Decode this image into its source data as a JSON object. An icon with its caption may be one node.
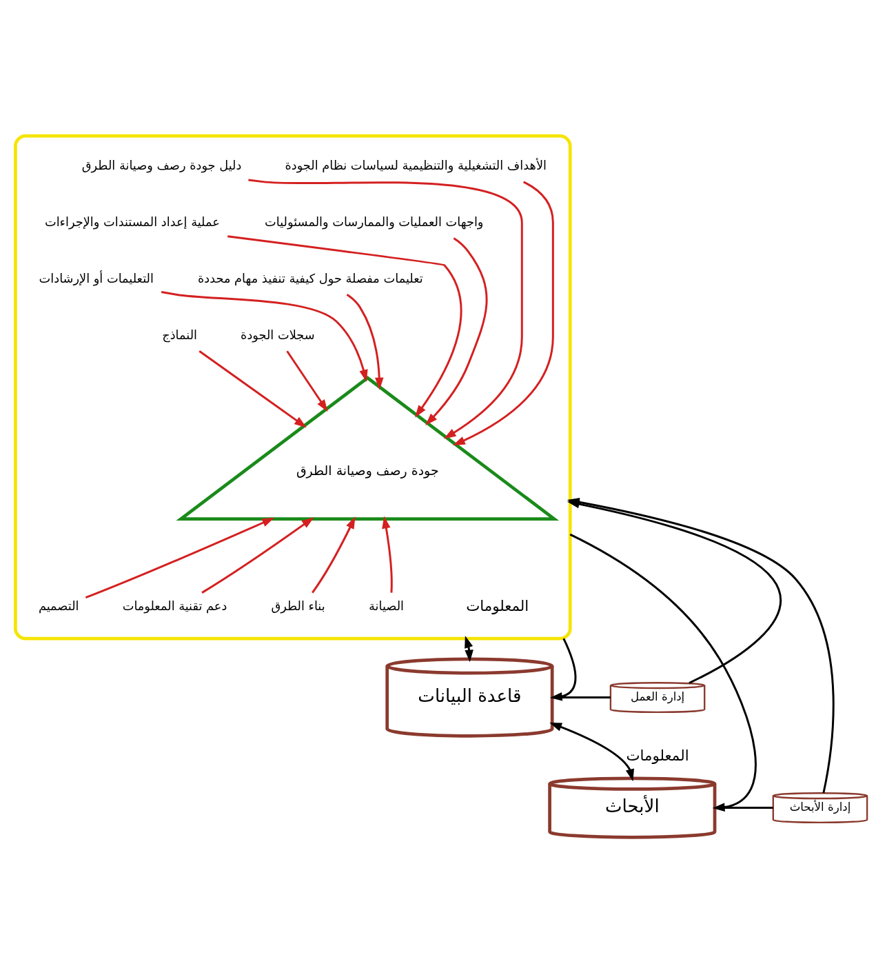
{
  "diagram": {
    "nodes": [
      {
        "text": [],
        "shape": "box"
      },
      {
        "text": [
          "جودة رصف وصيانة الطرق"
        ],
        "in": 0
      },
      {
        "text": [
          "الأهداف التشغيلية والتنظيمية لسياسات نظام الجودة"
        ],
        "in": 0
      },
      {
        "text": [
          "دليل جودة رصف وصيانة الطرق"
        ],
        "in": 0
      },
      {
        "text": [
          "واجهات العمليات والممارسات والمسئوليات"
        ],
        "in": 0
      },
      {
        "text": [
          "عملية إعداد المستندات والإجراءات"
        ],
        "in": 0
      },
      {
        "text": [
          "تعليمات مفصلة حول كيفية تنفيذ مهام محددة"
        ],
        "in": 0
      },
      {
        "text": [
          "التعليمات أو الإرشادات"
        ],
        "in": 0
      },
      {
        "text": [
          "سجلات الجودة"
        ],
        "in": 0
      },
      {
        "text": [
          "النماذج"
        ],
        "in": 0
      },
      {
        "text": [
          "التصميم"
        ],
        "in": 0
      },
      {
        "text": [
          "دعم تقنية المعلومات"
        ],
        "in": 0
      },
      {
        "text": [
          "بناء الطرق"
        ],
        "in": 0
      },
      {
        "text": [
          "الصيانة"
        ],
        "in": 0
      },
      {
        "text": [
          "قاعدة البيانات"
        ]
      },
      {
        "text": [
          "إدارة العمل"
        ]
      },
      {
        "text": [
          "الأبحاث"
        ]
      },
      {
        "text": [
          "إدارة الأبحاث"
        ]
      }
    ],
    "edges": [
      {
        "from": 2,
        "to": 1,
        "arrow": "to",
        "color": "#d42020"
      },
      {
        "from": 3,
        "to": 1,
        "arrow": "to",
        "color": "#d42020"
      },
      {
        "from": 4,
        "to": 1,
        "arrow": "to",
        "color": "#d42020"
      },
      {
        "from": 5,
        "to": 1,
        "arrow": "to",
        "color": "#d42020"
      },
      {
        "from": 6,
        "to": 1,
        "arrow": "to",
        "color": "#d42020"
      },
      {
        "from": 7,
        "to": 1,
        "arrow": "to",
        "color": "#d42020"
      },
      {
        "from": 8,
        "to": 1,
        "arrow": "to",
        "color": "#d42020"
      },
      {
        "from": 9,
        "to": 1,
        "arrow": "to",
        "color": "#d42020"
      },
      {
        "from": 10,
        "to": 1,
        "arrow": "to",
        "color": "#d42020"
      },
      {
        "from": 11,
        "to": 1,
        "arrow": "to",
        "color": "#d42020"
      },
      {
        "from": 12,
        "to": 1,
        "arrow": "to",
        "color": "#d42020"
      },
      {
        "from": 13,
        "to": 1,
        "arrow": "to",
        "color": "#d42020"
      },
      {
        "from": 0,
        "to": 14,
        "arrow": "both",
        "label": "المعلومات",
        "color": "#000000"
      },
      {
        "from": 14,
        "to": 16,
        "arrow": "both",
        "label": "المعلومات",
        "color": "#000000"
      },
      {
        "from": 14,
        "to": 15,
        "arrow": "none",
        "color": "#000000"
      },
      {
        "from": 16,
        "to": 17,
        "arrow": "none",
        "color": "#000000"
      },
      {
        "from": 15,
        "to": 0,
        "arrow": "to",
        "color": "#000000"
      },
      {
        "from": 17,
        "to": 0,
        "arrow": "to",
        "color": "#000000"
      },
      {
        "from": 0,
        "to": 14,
        "arrow": "to",
        "color": "#000000"
      },
      {
        "from": 0,
        "to": 16,
        "arrow": "to",
        "color": "#000000"
      }
    ]
  }
}
